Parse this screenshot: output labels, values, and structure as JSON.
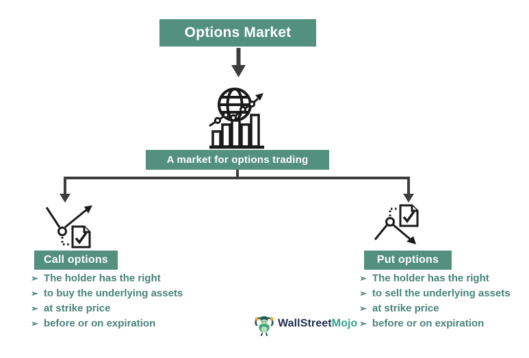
{
  "header": {
    "title": "Options Market"
  },
  "market": {
    "caption": "A market for options trading"
  },
  "bullet_glyph": "➢",
  "branches": [
    {
      "label": "Call options",
      "points": [
        "The holder has the right",
        "to buy the underlying assets",
        "at strike price",
        "before or on expiration"
      ]
    },
    {
      "label": "Put options",
      "points": [
        "The holder has the right",
        "to sell the underlying assets",
        "at strike price",
        "before or on expiration"
      ]
    }
  ],
  "logo": {
    "brand_primary": "WallStreet",
    "brand_secondary": "Mojo"
  },
  "icons": {
    "center": "globe-growth-chart-icon",
    "left": "call-option-trend-icon",
    "right": "put-option-trend-icon",
    "logo": "wallstreetmojo-mascot-icon"
  },
  "colors": {
    "teal": "#53907e",
    "bullet_text": "#47837a",
    "arrow": "#3d3d3d",
    "icon_stroke": "#1a1a1a",
    "logo_navy": "#1c2b4a",
    "logo_teal": "#2fa28c"
  }
}
